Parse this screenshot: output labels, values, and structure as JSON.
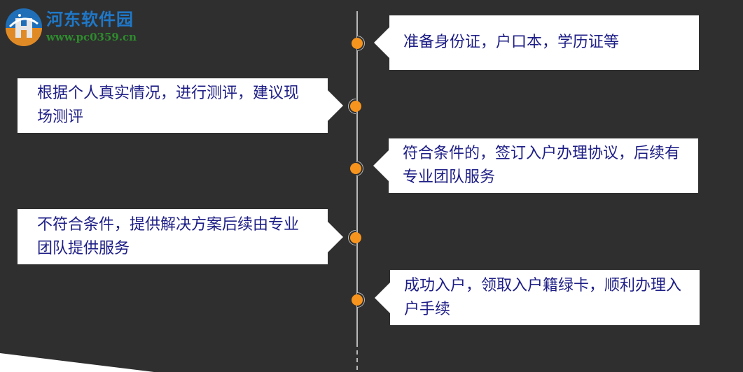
{
  "watermark": {
    "title": "河东软件园",
    "url": "www.pc0359.cn",
    "logo_icon": "hd-logo-icon"
  },
  "colors": {
    "background": "#2f2f2f",
    "card": "#ffffff",
    "text": "#1d1d86",
    "node": "#f7941d",
    "line": "#b8b8b8"
  },
  "timeline": {
    "steps": [
      {
        "side": "right",
        "text": "准备身份证，户口本，学历证等"
      },
      {
        "side": "left",
        "text": "根据个人真实情况，进行测评，建议现场测评"
      },
      {
        "side": "right",
        "text": "符合条件的，签订入户办理协议，后续有专业团队服务"
      },
      {
        "side": "left",
        "text": "不符合条件，提供解决方案后续由专业团队提供服务"
      },
      {
        "side": "right",
        "text": "成功入户，领取入户籍绿卡，顺利办理入户手续"
      }
    ]
  }
}
